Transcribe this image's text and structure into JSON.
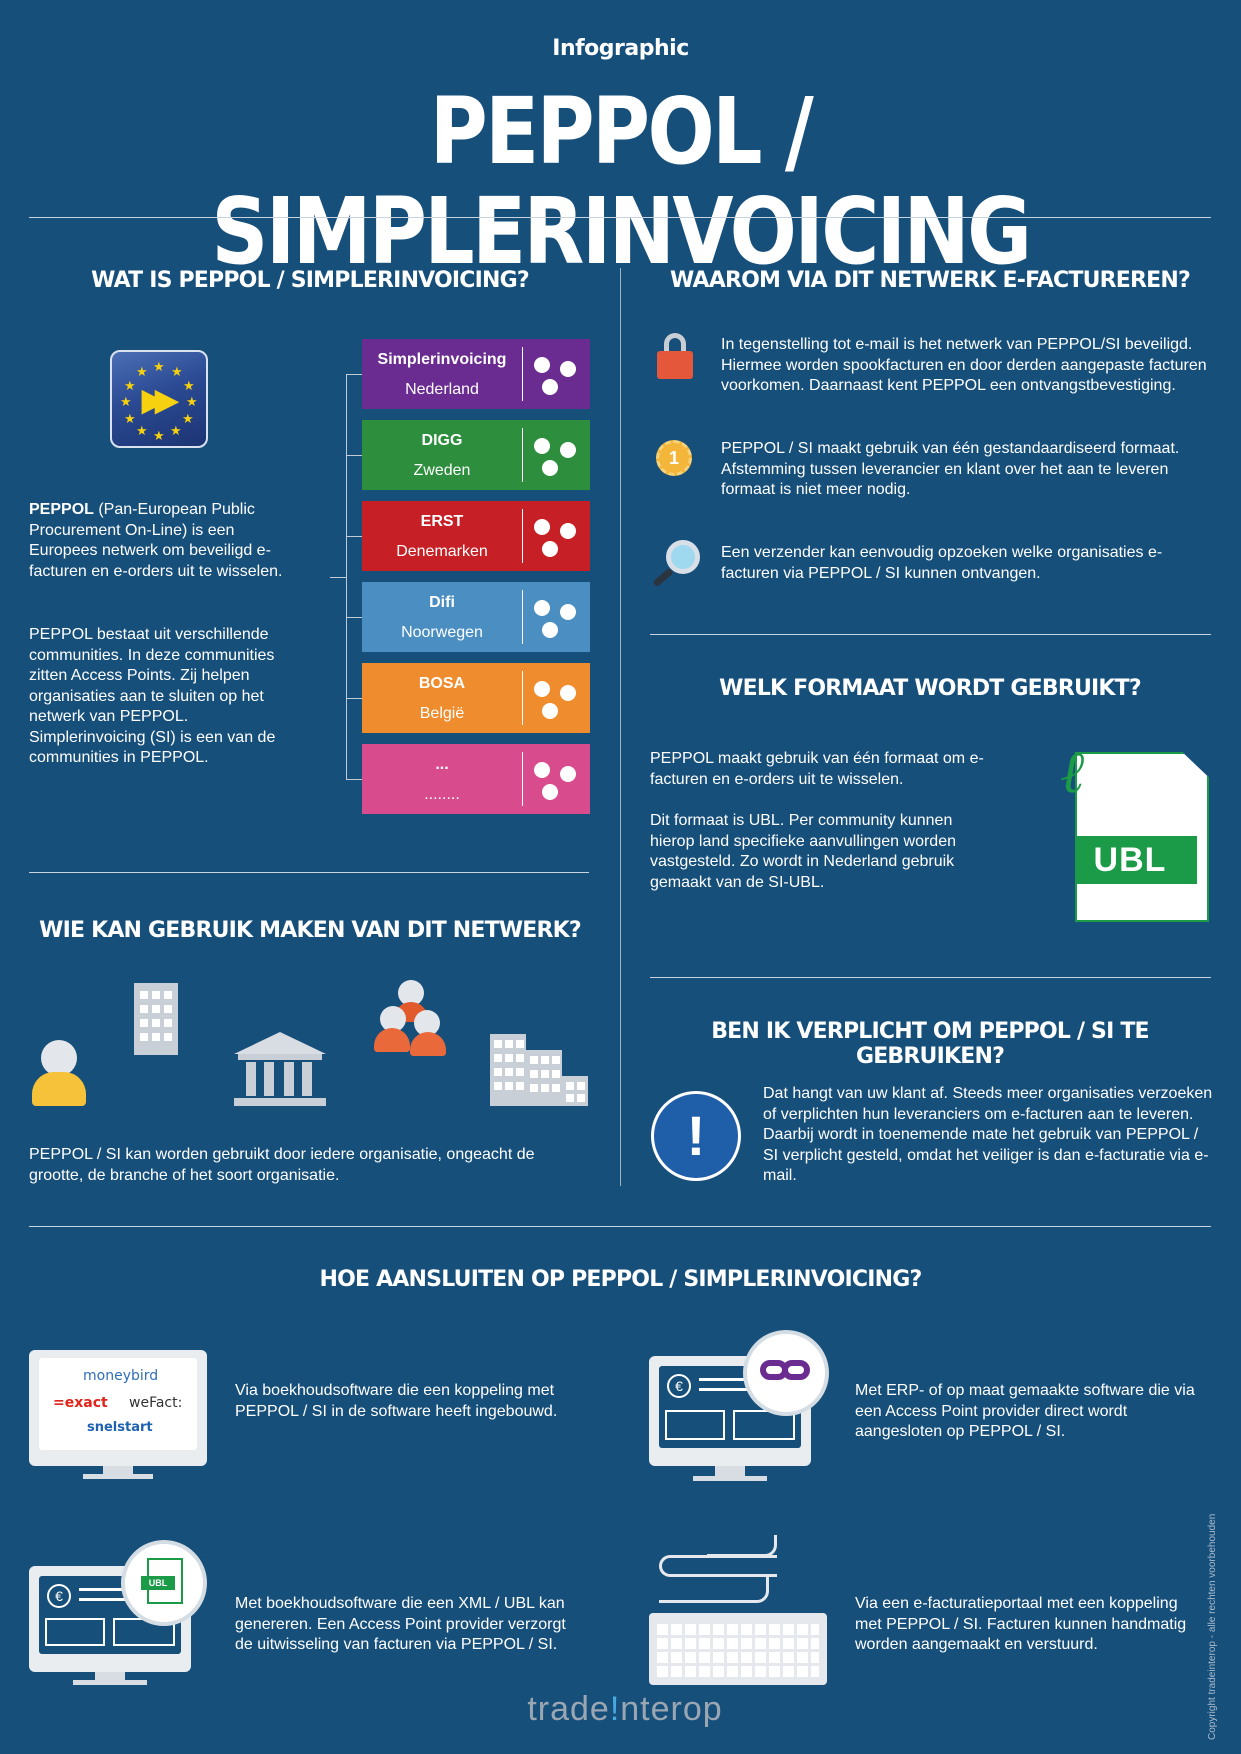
{
  "header": {
    "kicker": "Infographic",
    "title": "PEPPOL / SIMPLERINVOICING"
  },
  "what_is": {
    "title": "WAT IS PEPPOL / SIMPLERINVOICING?",
    "intro_bold": "PEPPOL",
    "intro_rest": " (Pan-European Public Procurement On-Line) is een Europees netwerk om beveiligd e-facturen en e-orders uit te wisselen.",
    "para2": "PEPPOL bestaat uit verschillende communities. In deze communities zitten Access Points. Zij helpen organisaties aan te sluiten op het netwerk van PEPPOL. Simplerinvoicing (SI) is een van de communities in PEPPOL.",
    "communities": [
      {
        "name": "Simplerinvoicing",
        "country": "Nederland",
        "color": "#6b2c91"
      },
      {
        "name": "DIGG",
        "country": "Zweden",
        "color": "#2d8f3e"
      },
      {
        "name": "ERST",
        "country": "Denemarken",
        "color": "#c62026"
      },
      {
        "name": "Difi",
        "country": "Noorwegen",
        "color": "#4a8ec2"
      },
      {
        "name": "BOSA",
        "country": "België",
        "color": "#ef8c2d"
      },
      {
        "name": "...",
        "country": "........",
        "color": "#d84b8d"
      }
    ]
  },
  "why": {
    "title": "WAAROM VIA DIT NETWERK E-FACTUREREN?",
    "items": [
      {
        "icon": "lock-icon",
        "text": "In tegenstelling tot e-mail is het netwerk van PEPPOL/SI beveiligd. Hiermee worden spookfacturen en door derden aangepaste facturen voorkomen. Daarnaast kent PEPPOL een ontvangstbevestiging."
      },
      {
        "icon": "badge-icon",
        "badge_label": "1",
        "text": "PEPPOL / SI maakt gebruik van één gestandaardiseerd formaat. Afstemming tussen leverancier en klant over het aan te leveren formaat is niet meer nodig."
      },
      {
        "icon": "magnifier-icon",
        "text": "Een verzender kan eenvoudig opzoeken welke organisaties e-facturen via PEPPOL / SI kunnen ontvangen."
      }
    ]
  },
  "format": {
    "title": "WELK FORMAAT WORDT GEBRUIKT?",
    "para1": "PEPPOL maakt gebruik van één formaat om e-facturen en e-orders uit te wisselen.",
    "para2": "Dit formaat is UBL. Per community kunnen hierop land specifieke aanvullingen worden vastgesteld. Zo wordt in Nederland gebruik gemaakt van de SI-UBL.",
    "doc_label": "UBL"
  },
  "who": {
    "title": "WIE KAN GEBRUIK MAKEN VAN DIT NETWERK?",
    "text": "PEPPOL / SI kan worden gebruikt door iedere organisatie, ongeacht de grootte, de branche of het soort organisatie."
  },
  "mandatory": {
    "title": "BEN IK VERPLICHT OM PEPPOL / SI TE GEBRUIKEN?",
    "icon_label": "!",
    "text": "Dat hangt van uw klant af. Steeds meer organisaties verzoeken of verplichten hun leveranciers om e-facturen aan te leveren. Daarbij wordt in toenemende mate het gebruik van PEPPOL / SI verplicht gesteld, omdat het veiliger is dan e-facturatie via e-mail."
  },
  "connect": {
    "title": "HOE AANSLUITEN OP PEPPOL / SIMPLERINVOICING?",
    "logos": {
      "moneybird": "moneybird",
      "exact": "=exact",
      "wefact": "weFact:",
      "snelstart": "snelstart"
    },
    "euro_symbol": "€",
    "ubl_small": "UBL",
    "items": [
      {
        "text": "Via boekhoudsoftware die een koppeling met PEPPOL / SI in de software heeft ingebouwd."
      },
      {
        "text": "Met ERP- of op maat gemaakte software die via een Access Point provider direct wordt aangesloten op PEPPOL / SI."
      },
      {
        "text": "Met boekhoudsoftware die een XML / UBL kan genereren. Een Access Point provider verzorgt de uitwisseling van facturen via PEPPOL / SI."
      },
      {
        "text": "Via een e-facturatieportaal met een koppeling met PEPPOL / SI. Facturen kunnen handmatig worden aangemaakt en verstuurd."
      }
    ]
  },
  "footer": {
    "brand_a": "trade",
    "brand_mark": "!",
    "brand_b": "nterop",
    "copyright": "Copyright tradeinterop - alle rechten voorbehouden"
  }
}
